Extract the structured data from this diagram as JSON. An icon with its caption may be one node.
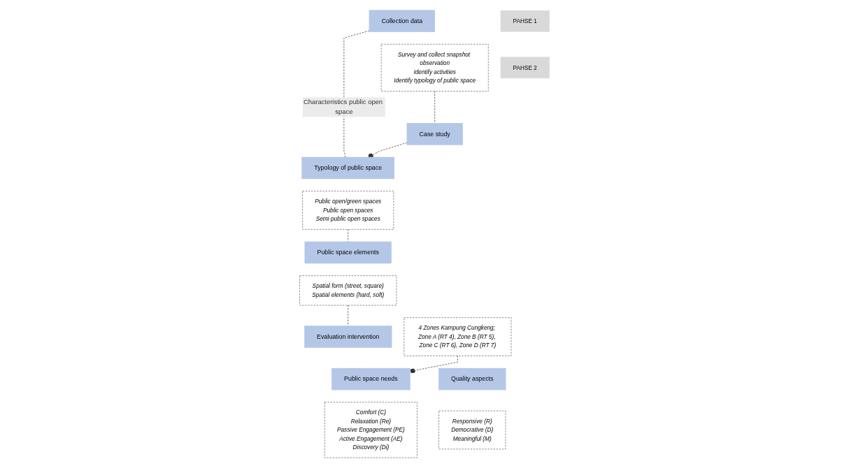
{
  "diagram": {
    "nodes": [
      {
        "text": [
          "Collection data"
        ]
      },
      {
        "text": [
          "Survey and collect snapshot observation",
          "Identify activities",
          "Identify typology of public space"
        ]
      },
      {
        "text": [
          "Case study"
        ]
      },
      {
        "text": [
          "4 Zones Kampung Cungkeng; Zone A (RT 4), Zone B (RT 5), Zone C (RT 6), Zone D (RT 7)"
        ]
      },
      {
        "text": [
          "Typology of public space"
        ]
      },
      {
        "text": [
          "Public open/green spaces",
          "Public open spaces",
          "Semi-public open spaces"
        ]
      },
      {
        "text": [
          "Public space elements"
        ]
      },
      {
        "text": [
          "Spatial form (street, square)",
          "Spatial elements (hard, soft)"
        ]
      },
      {
        "text": [
          "Evaluation intervention"
        ]
      },
      {
        "text": [
          "Public space needs"
        ]
      },
      {
        "text": [
          "Quality aspects"
        ]
      },
      {
        "text": [
          "Comfort (C)",
          "Relaxation (Re)",
          "Passive Engagement (PE)",
          "Active Engagement (AE)",
          "Discovery (Di)"
        ]
      },
      {
        "text": [
          "Responsive (R)",
          "Democrative (D)",
          "Meaningful (M)"
        ]
      },
      {
        "text": [
          "PAHSE 1"
        ]
      },
      {
        "text": [
          "PAHSE 2"
        ]
      }
    ],
    "edges": [
      {
        "from": 0,
        "to": 4,
        "arrow": "none",
        "style": "dashed",
        "label": "Characteristics public open space"
      },
      {
        "from": 1,
        "to": 2,
        "arrow": "none",
        "style": "dashed"
      },
      {
        "from": 2,
        "to": 4,
        "arrow": "other",
        "style": "dashed"
      },
      {
        "from": 5,
        "to": 6,
        "arrow": "none",
        "style": "dashed"
      },
      {
        "from": 7,
        "to": 8,
        "arrow": "none",
        "style": "dashed"
      },
      {
        "from": 3,
        "to": 9,
        "arrow": "other",
        "style": "dashed"
      }
    ]
  }
}
